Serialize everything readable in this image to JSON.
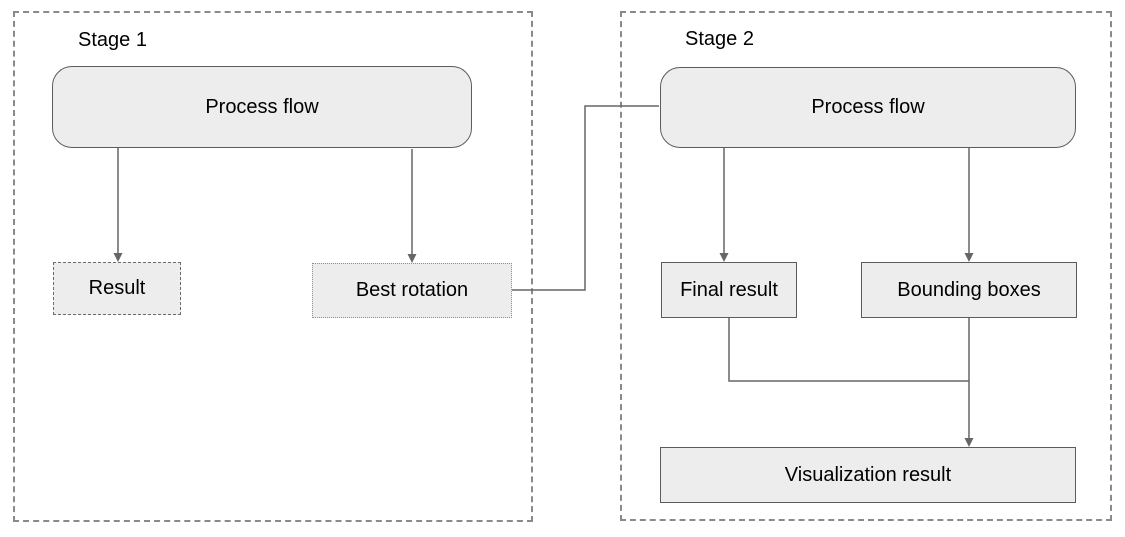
{
  "diagram": {
    "type": "flowchart",
    "background": "#ffffff",
    "colors": {
      "node_fill": "#ededed",
      "node_border": "#5c5c5c",
      "container_border": "#8a8a8a",
      "connector": "#666666",
      "text": "#000000"
    },
    "stage1": {
      "title": "Stage 1",
      "nodes": {
        "process_flow": "Process flow",
        "result": "Result",
        "best_rotation": "Best rotation"
      }
    },
    "stage2": {
      "title": "Stage 2",
      "nodes": {
        "process_flow": "Process flow",
        "final_result": "Final result",
        "bounding_boxes": "Bounding boxes",
        "visualization_result": "Visualization result"
      }
    },
    "edges": [
      {
        "from": "stage1.process_flow",
        "to": "stage1.result",
        "arrow": true
      },
      {
        "from": "stage1.process_flow",
        "to": "stage1.best_rotation",
        "arrow": true
      },
      {
        "from": "stage1.best_rotation",
        "to": "stage2.process_flow",
        "arrow": false
      },
      {
        "from": "stage2.process_flow",
        "to": "stage2.final_result",
        "arrow": true
      },
      {
        "from": "stage2.process_flow",
        "to": "stage2.bounding_boxes",
        "arrow": true
      },
      {
        "from": "stage2.final_result",
        "to": "stage2.visualization_result",
        "arrow": false
      },
      {
        "from": "stage2.bounding_boxes",
        "to": "stage2.visualization_result",
        "arrow": true
      }
    ]
  }
}
